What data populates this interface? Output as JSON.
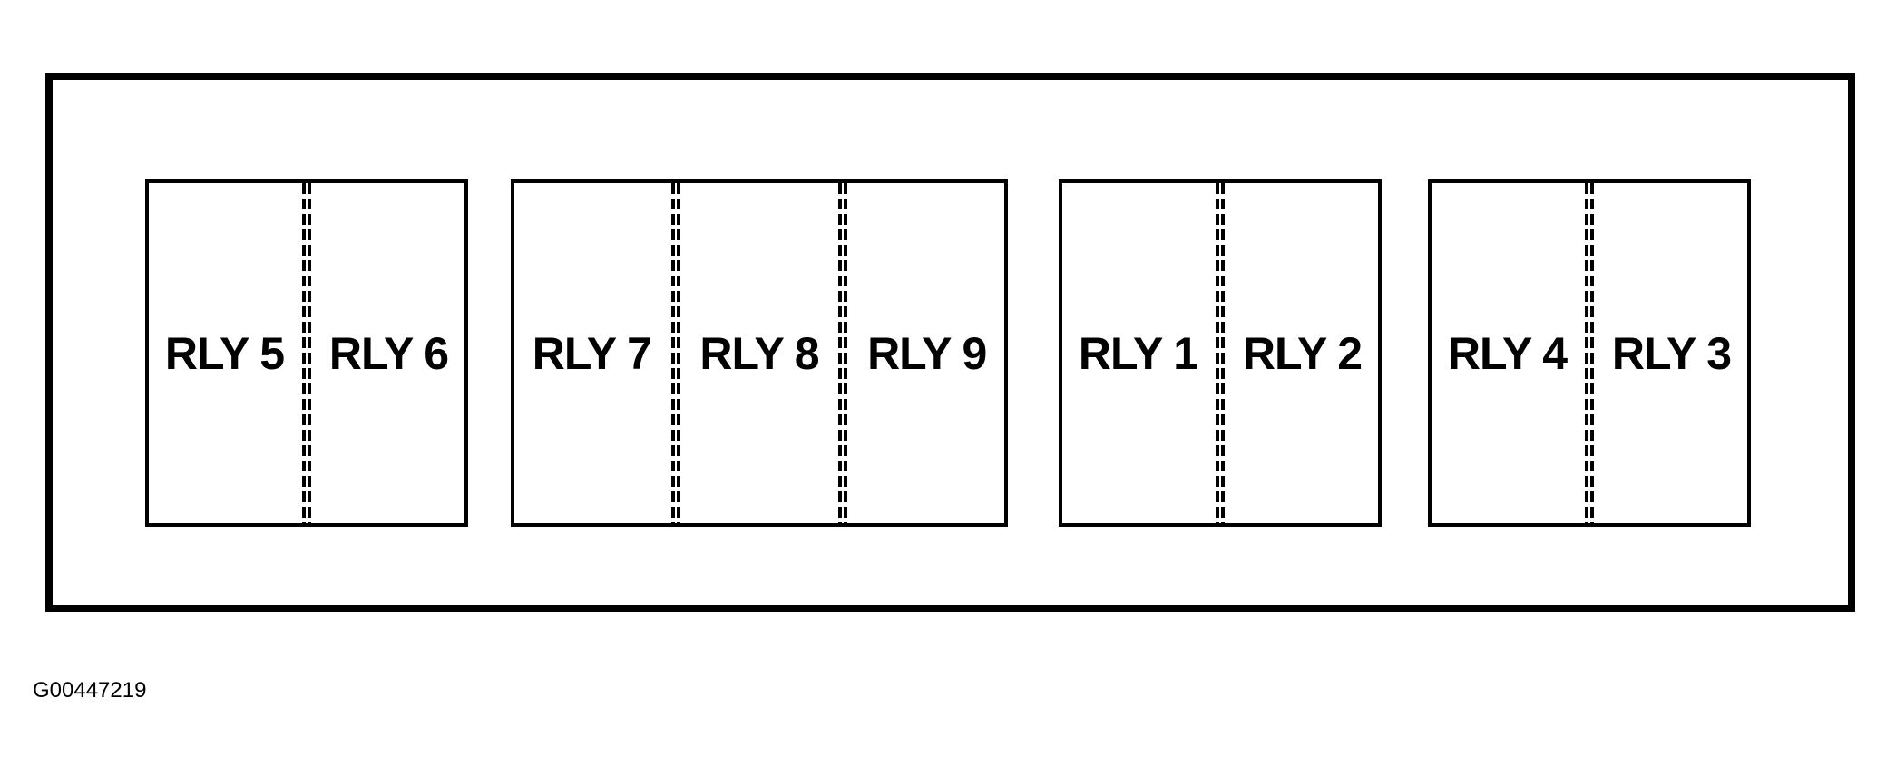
{
  "groups": [
    {
      "relays": [
        "RLY 5",
        "RLY 6"
      ]
    },
    {
      "relays": [
        "RLY 7",
        "RLY 8",
        "RLY 9"
      ]
    },
    {
      "relays": [
        "RLY 1",
        "RLY 2"
      ]
    },
    {
      "relays": [
        "RLY 4",
        "RLY 3"
      ]
    }
  ],
  "figure_id": "G00447219"
}
